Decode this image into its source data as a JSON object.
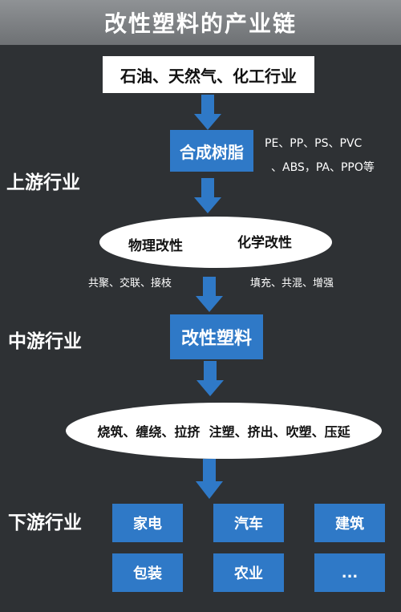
{
  "title": "改性塑料的产业链",
  "top_source": "石油、天然气、化工行业",
  "upstream": {
    "label": "上游行业",
    "resin_box": "合成树脂",
    "resin_types_line1": "PE、PP、PS、PVC",
    "resin_types_line2": "、ABS，PA、PPO等",
    "modification": {
      "physical": "物理改性",
      "chemical": "化学改性",
      "physical_methods": "共聚、交联、接枝",
      "chemical_methods": "填充、共混、增强"
    }
  },
  "midstream": {
    "label": "中游行业",
    "box": "改性塑料",
    "processes": "烧筑、缠绕、拉挤  注塑、挤出、吹塑、压延"
  },
  "downstream": {
    "label": "下游行业",
    "items": [
      "家电",
      "汽车",
      "建筑",
      "包装",
      "农业",
      "..."
    ]
  },
  "colors": {
    "background": "#2e3134",
    "accent_blue": "#2f79c7",
    "title_bar": "#7e8184"
  },
  "icons": [
    "arrow-down-icon"
  ]
}
